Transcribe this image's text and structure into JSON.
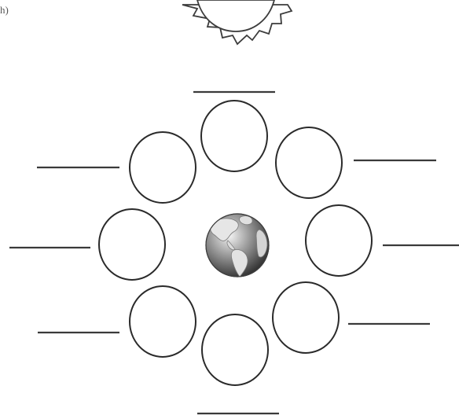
{
  "worksheet": {
    "question_label": "h)"
  },
  "diagram": {
    "sun_icon": "sun-icon",
    "earth_icon": "earth-globe-icon",
    "moon_phase_circles": [
      {
        "id": "top"
      },
      {
        "id": "top-right"
      },
      {
        "id": "right"
      },
      {
        "id": "bottom-right"
      },
      {
        "id": "bottom"
      },
      {
        "id": "bottom-left"
      },
      {
        "id": "left"
      },
      {
        "id": "top-left"
      }
    ],
    "answer_lines": [
      {
        "id": "top"
      },
      {
        "id": "top-right"
      },
      {
        "id": "right"
      },
      {
        "id": "bottom-right"
      },
      {
        "id": "bottom"
      },
      {
        "id": "bottom-left"
      },
      {
        "id": "left"
      },
      {
        "id": "top-left"
      }
    ],
    "colors": {
      "line": "#3a3a3a",
      "earth_ocean": "#5b5b5b",
      "earth_land": "#d9d9d9"
    }
  }
}
